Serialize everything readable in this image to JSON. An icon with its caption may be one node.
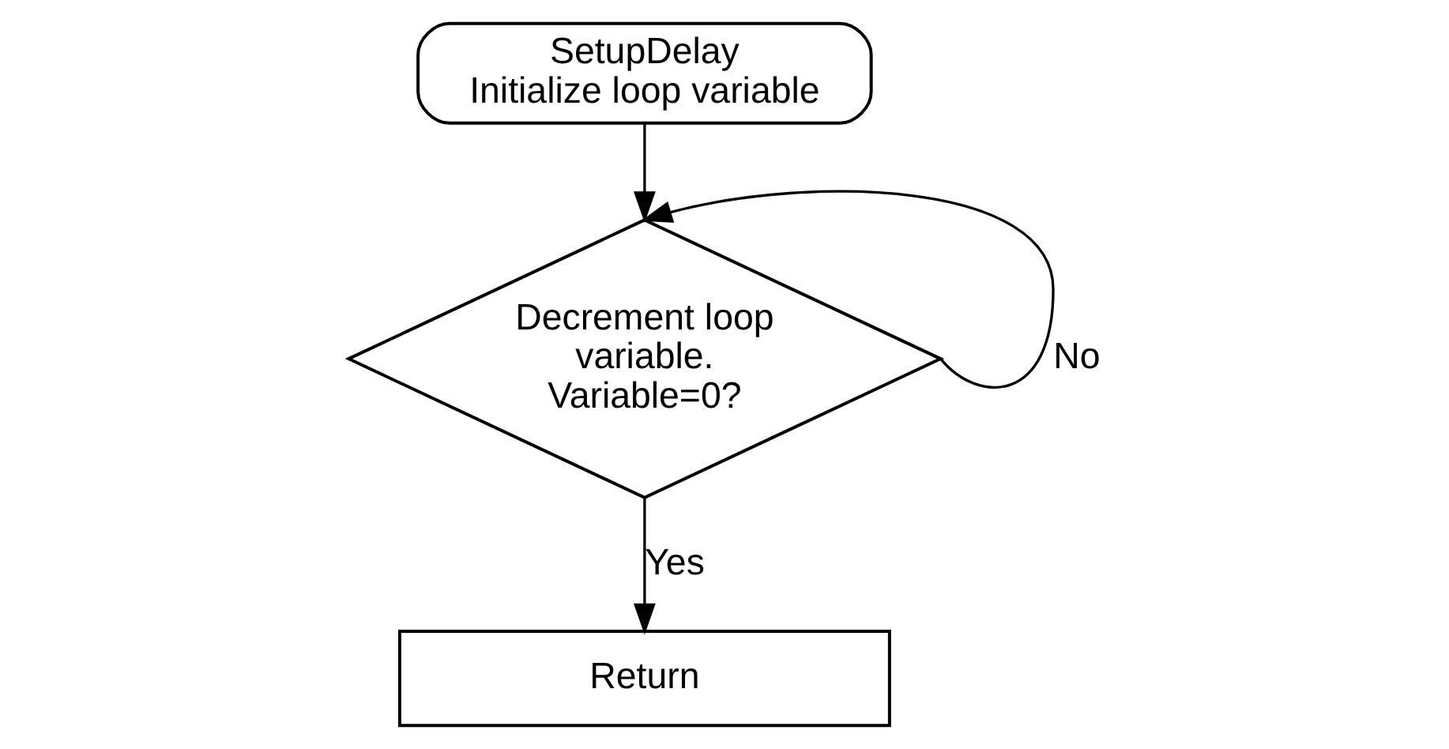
{
  "diagram": {
    "nodes": [
      {
        "text": [
          "SetupDelay",
          "Initialize loop variable"
        ]
      },
      {
        "text": [
          "Decrement loop variable. Variable=0?"
        ]
      },
      {
        "text": [
          "Return"
        ]
      }
    ],
    "edges": [
      {
        "from": 0,
        "to": 1,
        "arrow": "to"
      },
      {
        "from": 1,
        "to": 1,
        "arrow": "to",
        "label": "No"
      },
      {
        "from": 1,
        "to": 2,
        "arrow": "to",
        "label": "Yes"
      }
    ]
  }
}
